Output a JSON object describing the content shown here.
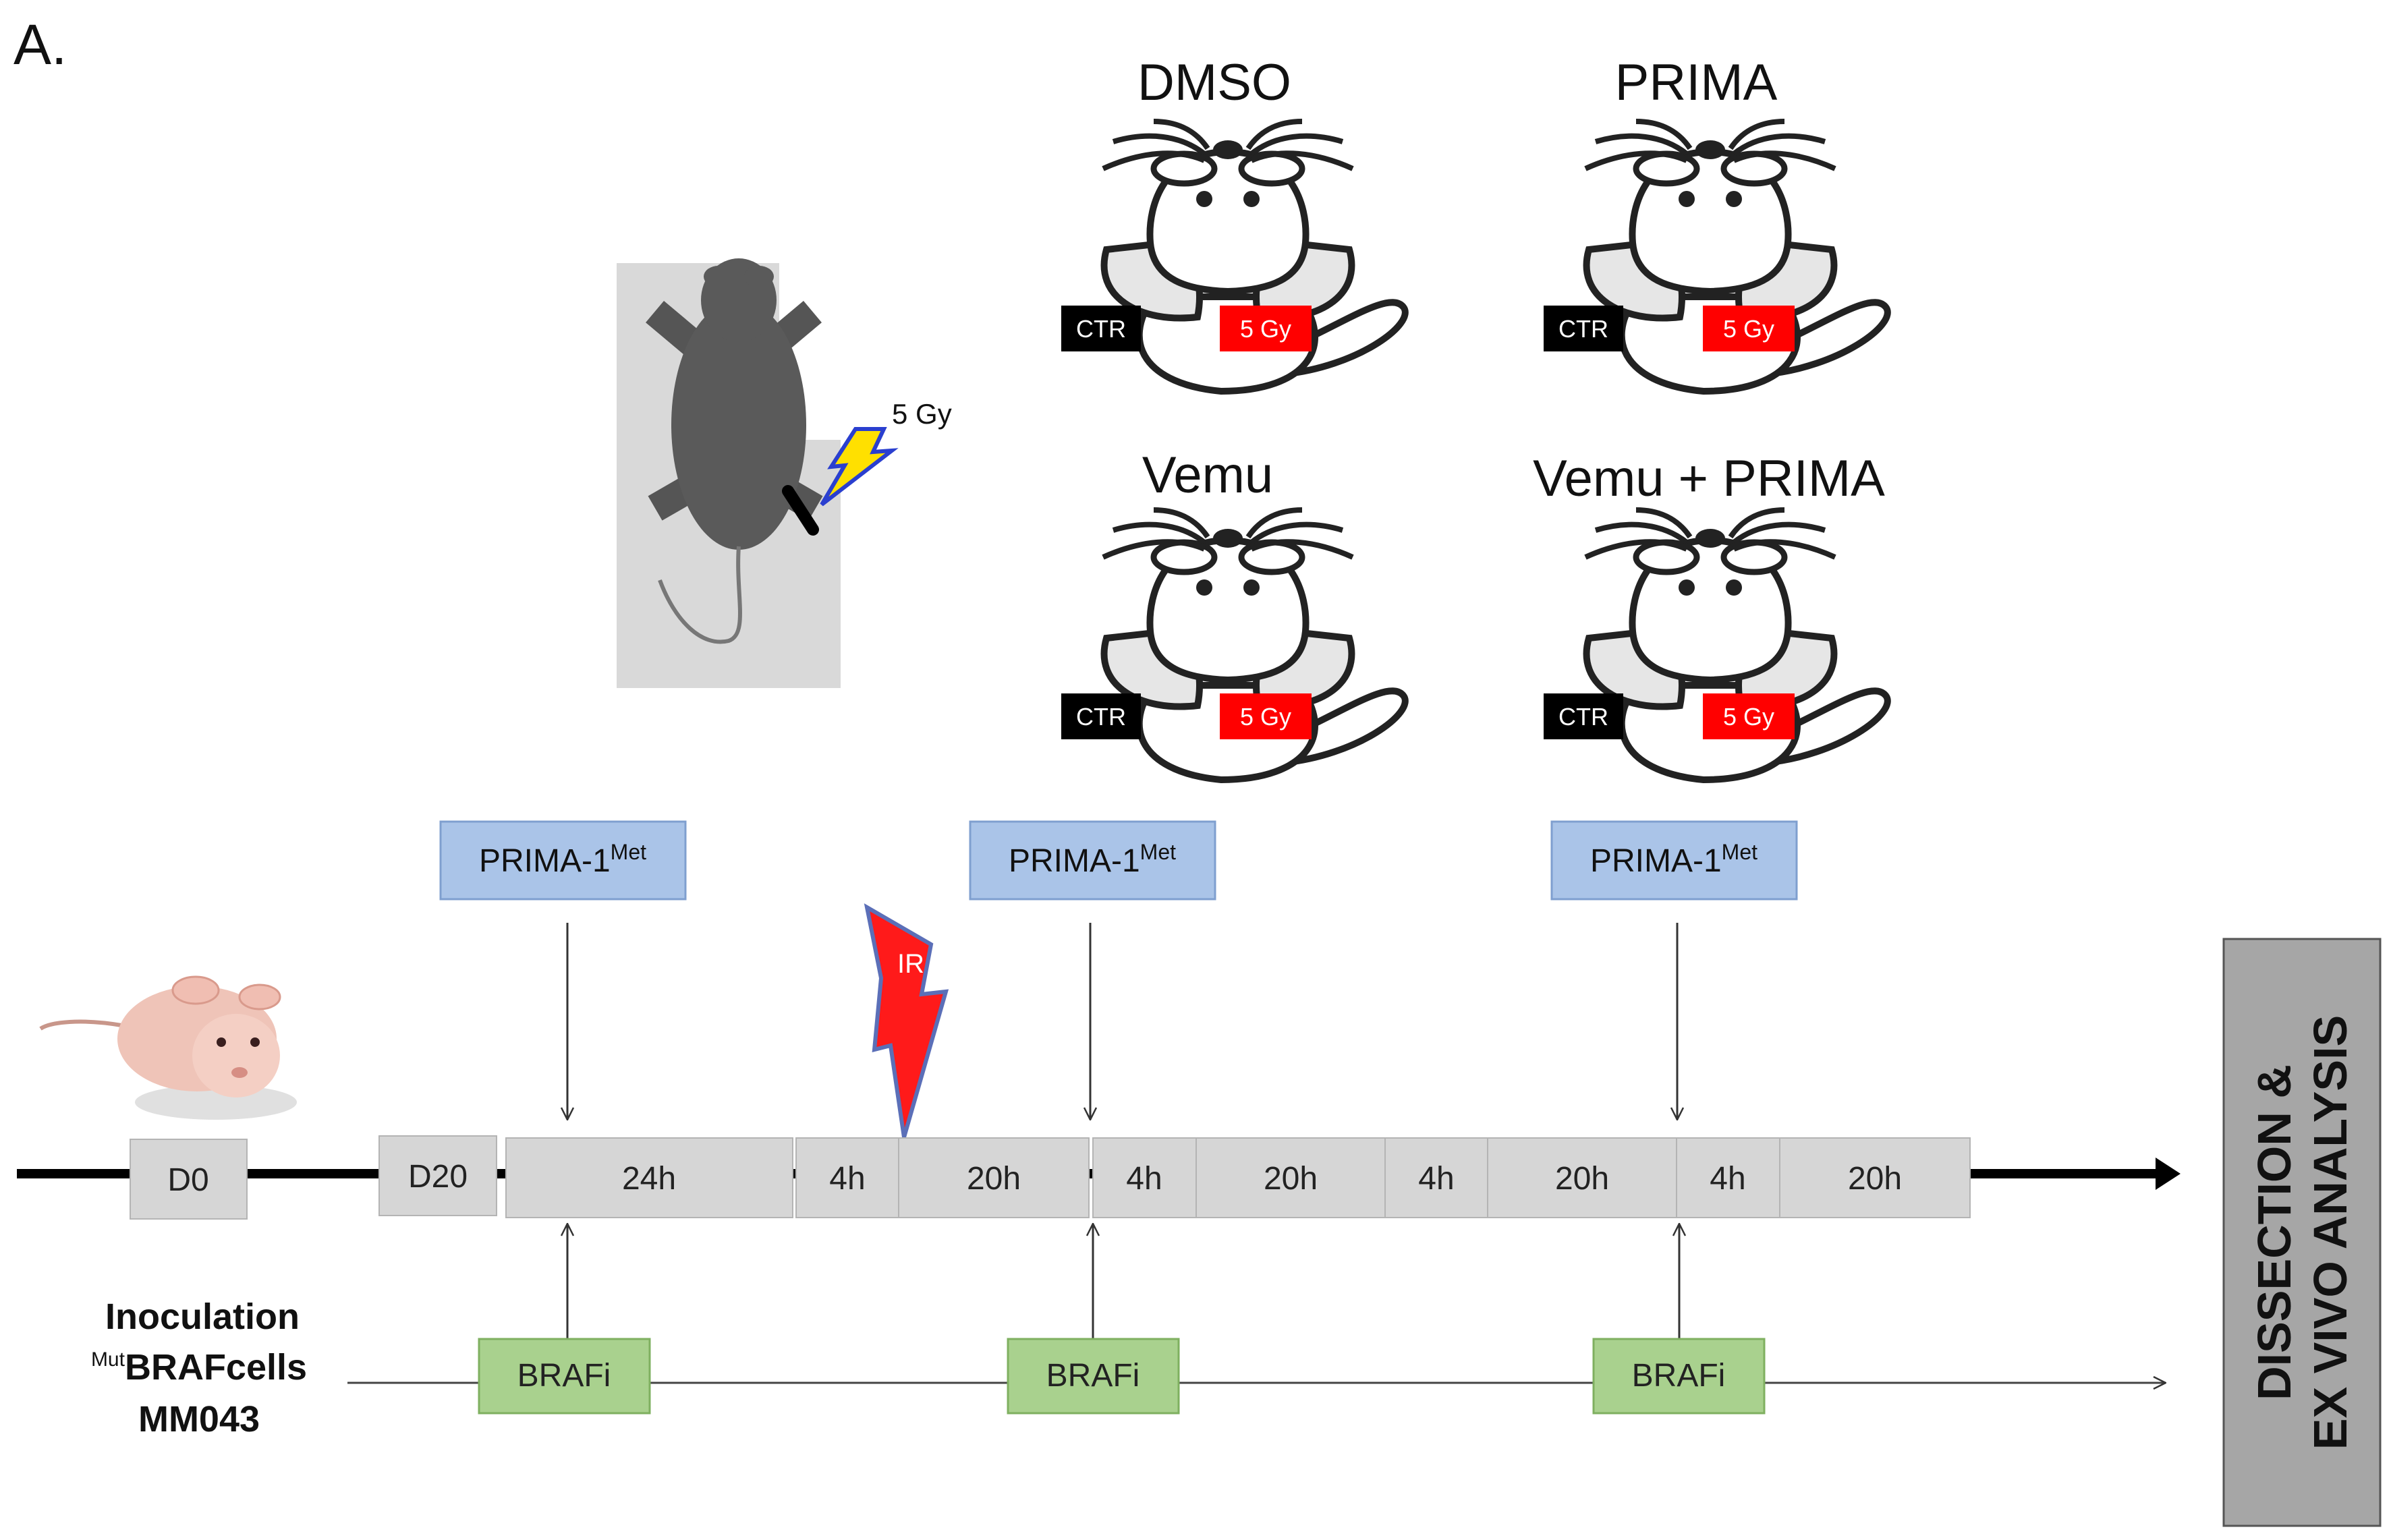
{
  "panel_label": "A.",
  "groups": [
    {
      "title": "DMSO",
      "ctr": "CTR",
      "irr": "5 Gy"
    },
    {
      "title": "PRIMA",
      "ctr": "CTR",
      "irr": "5 Gy"
    },
    {
      "title": "Vemu",
      "ctr": "CTR",
      "irr": "5 Gy"
    },
    {
      "title": "Vemu + PRIMA",
      "ctr": "CTR",
      "irr": "5 Gy"
    }
  ],
  "irradiation_dose": "5 Gy",
  "ir_label": "IR",
  "prima_label": {
    "base": "PRIMA-1",
    "sup": "Met"
  },
  "brafi_label": "BRAFi",
  "timeline": {
    "d0": "D0",
    "d20": "D20",
    "segments": [
      "24h",
      "4h",
      "20h",
      "4h",
      "20h",
      "4h",
      "20h",
      "4h",
      "20h"
    ]
  },
  "inoculation": {
    "line1": "Inoculation",
    "sup": "Mut",
    "line2": "BRAFcells",
    "line3": "MM043"
  },
  "final_box": {
    "line1": "DISSECTION &",
    "line2": "EX VIVO ANALYSIS"
  },
  "colors": {
    "prima_box": "#aac4e8",
    "prima_border": "#7f9fcf",
    "brafi_box": "#a9d18e",
    "brafi_border": "#7fb060",
    "timeline_box": "#d6d6d6",
    "ctr_tag": "#000000",
    "irr_tag": "#ff0000",
    "ir_bolt": "#ff1a1a",
    "ir_bolt_outline": "#5b6fb8",
    "dose_bolt": "#ffe000",
    "dose_bolt_outline": "#2a3fcf",
    "final_box": "#a6a6a6"
  },
  "icons": {
    "treatment_mouse": "cartoon-mouse-icon",
    "irradiation": "restrained-mouse-irradiation-icon",
    "nude_mouse": "nude-mouse-photo-icon",
    "ir": "lightning-bolt-icon"
  }
}
